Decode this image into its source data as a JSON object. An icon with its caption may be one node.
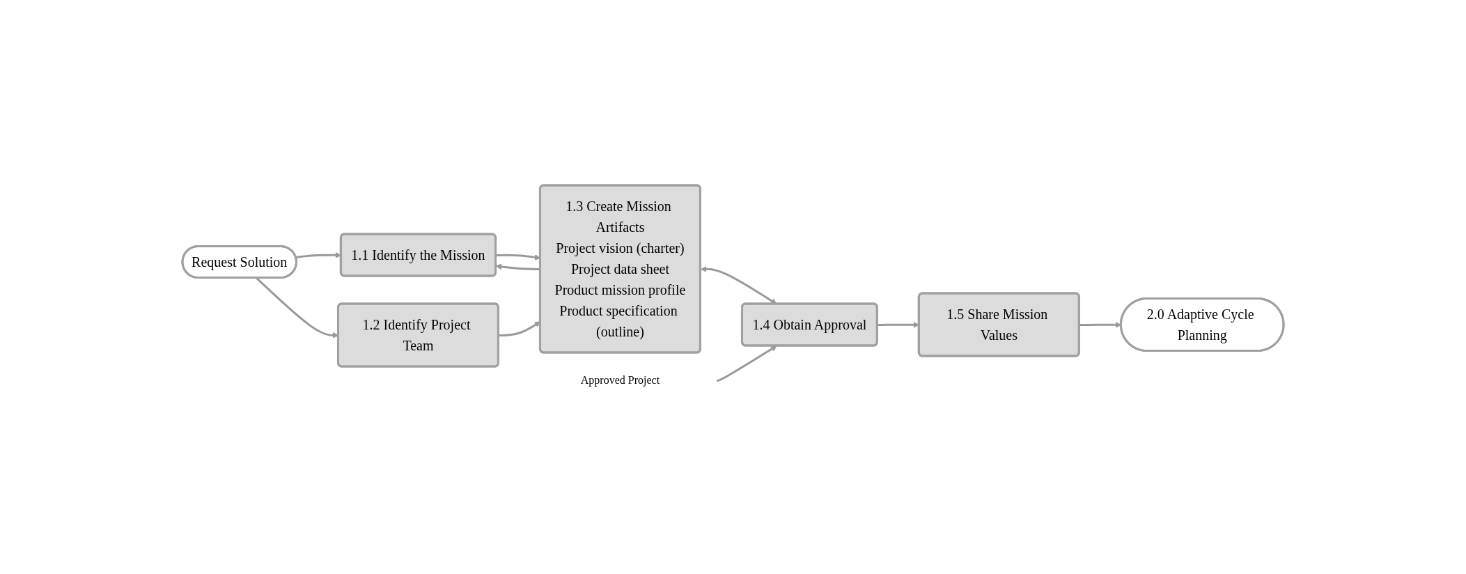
{
  "diagram": {
    "nodes": [
      {
        "text": [
          "Request Solution"
        ]
      },
      {
        "text": [
          "1.1 Identify the Mission"
        ]
      },
      {
        "text": [
          "1.2 Identify Project Team"
        ]
      },
      {
        "text": [
          "1.3 Create Mission Artifacts",
          "Project vision (charter)",
          "Project data sheet",
          "Product mission profile",
          "Product specification (outline)"
        ]
      },
      {
        "text": [
          "Approved Project"
        ]
      },
      {
        "text": [
          "1.4 Obtain Approval"
        ]
      },
      {
        "text": [
          "1.5 Share Mission Values"
        ]
      },
      {
        "text": [
          "2.0 Adaptive Cycle Planning"
        ]
      }
    ],
    "edges": [
      {
        "from": 0,
        "to": 1,
        "arrow": "to"
      },
      {
        "from": 0,
        "to": 2,
        "arrow": "to"
      },
      {
        "from": 1,
        "to": 3,
        "arrow": "to"
      },
      {
        "from": 3,
        "to": 1,
        "arrow": "to"
      },
      {
        "from": 2,
        "to": 3,
        "arrow": "to"
      },
      {
        "from": 3,
        "to": 5,
        "arrow": "both"
      },
      {
        "from": 4,
        "to": 5,
        "arrow": "to"
      },
      {
        "from": 5,
        "to": 6,
        "arrow": "to"
      },
      {
        "from": 6,
        "to": 7,
        "arrow": "to"
      }
    ]
  }
}
